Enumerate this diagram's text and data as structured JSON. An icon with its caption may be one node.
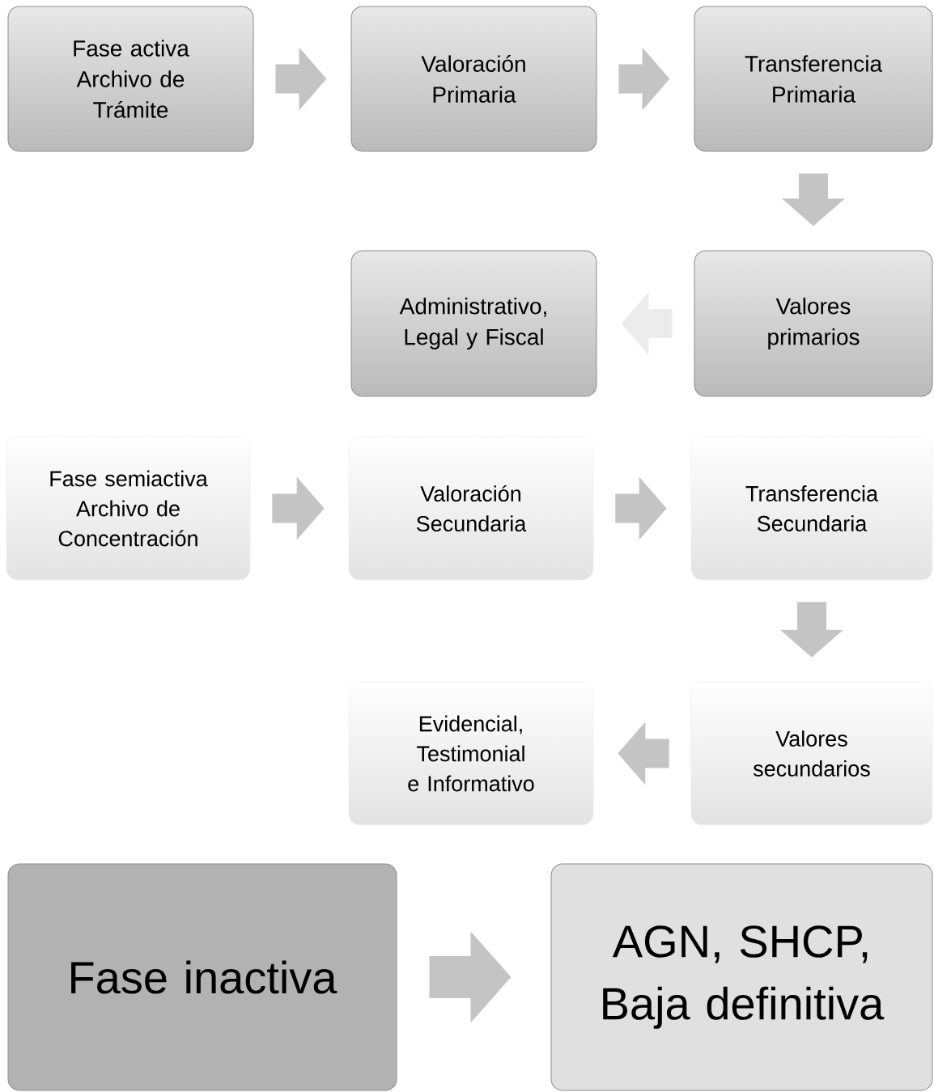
{
  "diagram": {
    "nodes": [
      {
        "text": [
          "Fase activa Archivo de Trámite"
        ]
      },
      {
        "text": [
          "Valoración Primaria"
        ]
      },
      {
        "text": [
          "Transferencia Primaria"
        ]
      },
      {
        "text": [
          "Administrativo, Legal y Fiscal"
        ]
      },
      {
        "text": [
          "Valores primarios"
        ]
      },
      {
        "text": [
          "Fase semiactiva Archivo de Concentración"
        ]
      },
      {
        "text": [
          "Valoración Secundaria"
        ]
      },
      {
        "text": [
          "Transferencia Secundaria"
        ]
      },
      {
        "text": [
          "Evidencial, Testimonial e Informativo"
        ]
      },
      {
        "text": [
          "Valores secundarios"
        ]
      },
      {
        "text": [
          "Fase inactiva"
        ]
      },
      {
        "text": [
          "AGN, SHCP, Baja definitiva"
        ]
      }
    ],
    "edges": [
      {
        "from": 0,
        "to": 1,
        "arrow": "to"
      },
      {
        "from": 1,
        "to": 2,
        "arrow": "to"
      },
      {
        "from": 2,
        "to": 4,
        "arrow": "to"
      },
      {
        "from": 4,
        "to": 3,
        "arrow": "to",
        "color": "#ececec"
      },
      {
        "from": 5,
        "to": 6,
        "arrow": "to"
      },
      {
        "from": 6,
        "to": 7,
        "arrow": "to"
      },
      {
        "from": 7,
        "to": 9,
        "arrow": "to"
      },
      {
        "from": 9,
        "to": 8,
        "arrow": "to"
      },
      {
        "from": 10,
        "to": 11,
        "arrow": "to"
      }
    ]
  }
}
